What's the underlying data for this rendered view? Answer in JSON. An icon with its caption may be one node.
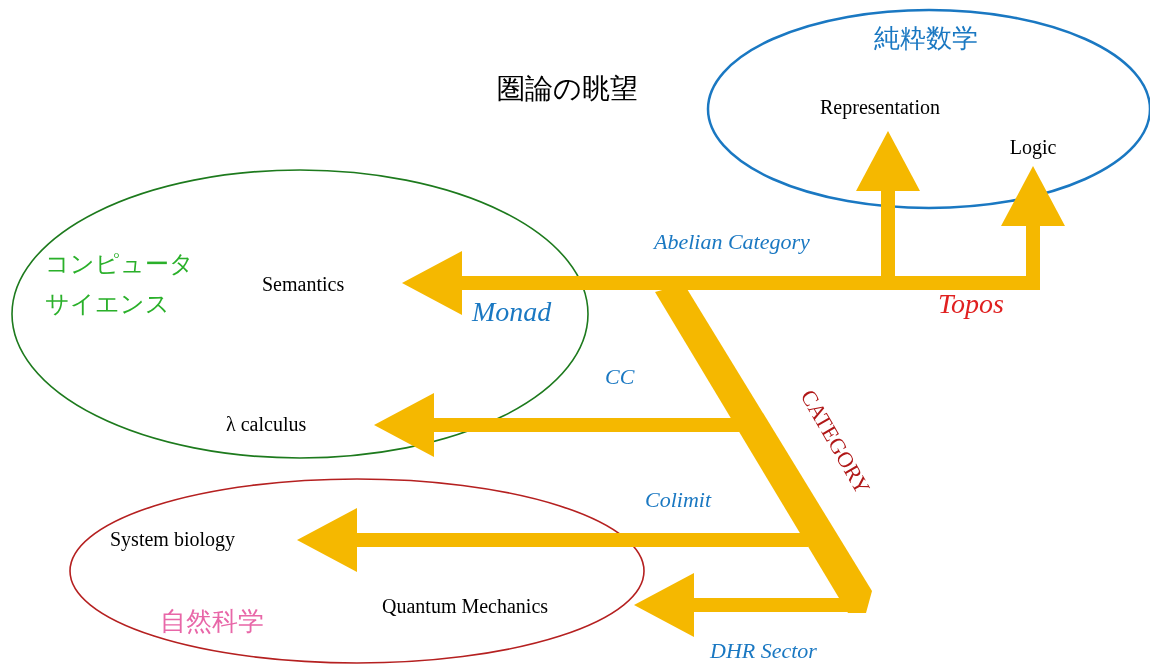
{
  "diagram": {
    "title": "圏論の眺望",
    "nodes": [
      {
        "text": [
          "純粋数学"
        ]
      },
      {
        "text": [
          "Representation"
        ],
        "in": 0
      },
      {
        "text": [
          "Logic"
        ],
        "in": 0
      },
      {
        "text": [
          "コンピュータサイエンス"
        ]
      },
      {
        "text": [
          "Semantics"
        ],
        "in": 3
      },
      {
        "text": [
          "λ calculus"
        ],
        "in": 3
      },
      {
        "text": [
          "自然科学"
        ]
      },
      {
        "text": [
          "System biology"
        ],
        "in": 6
      },
      {
        "text": [
          "Quantum Mechanics"
        ],
        "in": 6
      }
    ],
    "edges": [
      {
        "from": null,
        "to": 4,
        "arrow": "to",
        "label": "Monad"
      },
      {
        "from": null,
        "to": 1,
        "arrow": "to",
        "label": "Abelian Category"
      },
      {
        "from": null,
        "to": 2,
        "arrow": "to",
        "label": "Topos"
      },
      {
        "from": null,
        "to": 5,
        "arrow": "to",
        "label": "CC"
      },
      {
        "from": null,
        "to": 7,
        "arrow": "to",
        "label": "Colimit"
      },
      {
        "from": null,
        "to": 8,
        "arrow": "to",
        "label": "DHR Sector"
      }
    ],
    "labels": [
      "CATEGORY"
    ]
  }
}
